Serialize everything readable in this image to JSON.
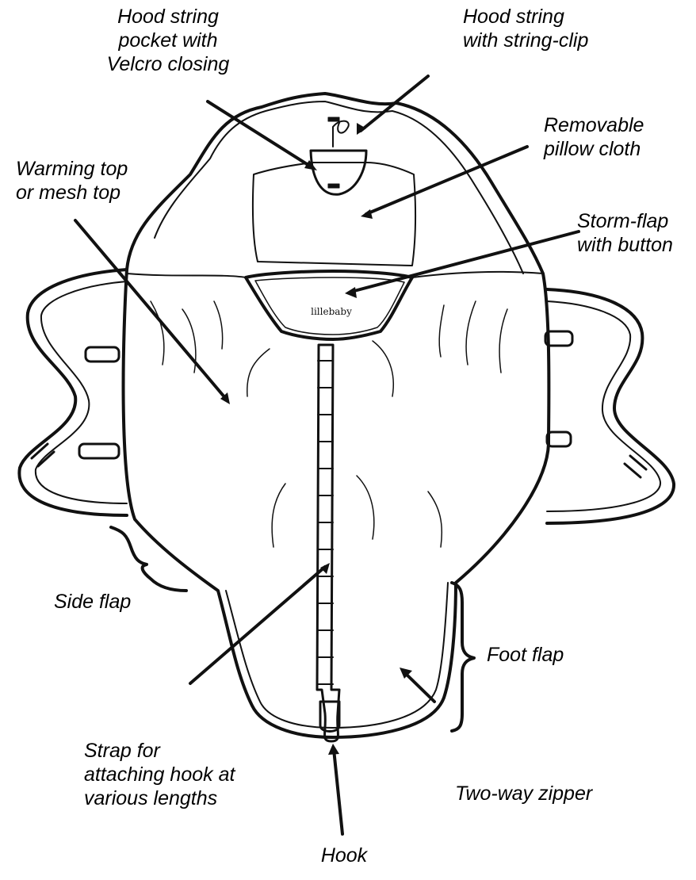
{
  "labels": {
    "hood_string_pocket": [
      "Hood string",
      "pocket with",
      "Velcro closing"
    ],
    "hood_string_clip": [
      "Hood string",
      "with string-clip"
    ],
    "removable_pillow": [
      "Removable",
      "pillow cloth"
    ],
    "warming_top": [
      "Warming top",
      "or mesh top"
    ],
    "storm_flap": [
      "Storm-flap",
      "with button"
    ],
    "side_flap": [
      "Side flap"
    ],
    "foot_flap": [
      "Foot flap"
    ],
    "strap": [
      "Strap for",
      "attaching hook at",
      "various lengths"
    ],
    "two_way_zipper": [
      "Two-way zipper"
    ],
    "hook": [
      "Hook"
    ]
  },
  "logo_text": "lillebaby"
}
